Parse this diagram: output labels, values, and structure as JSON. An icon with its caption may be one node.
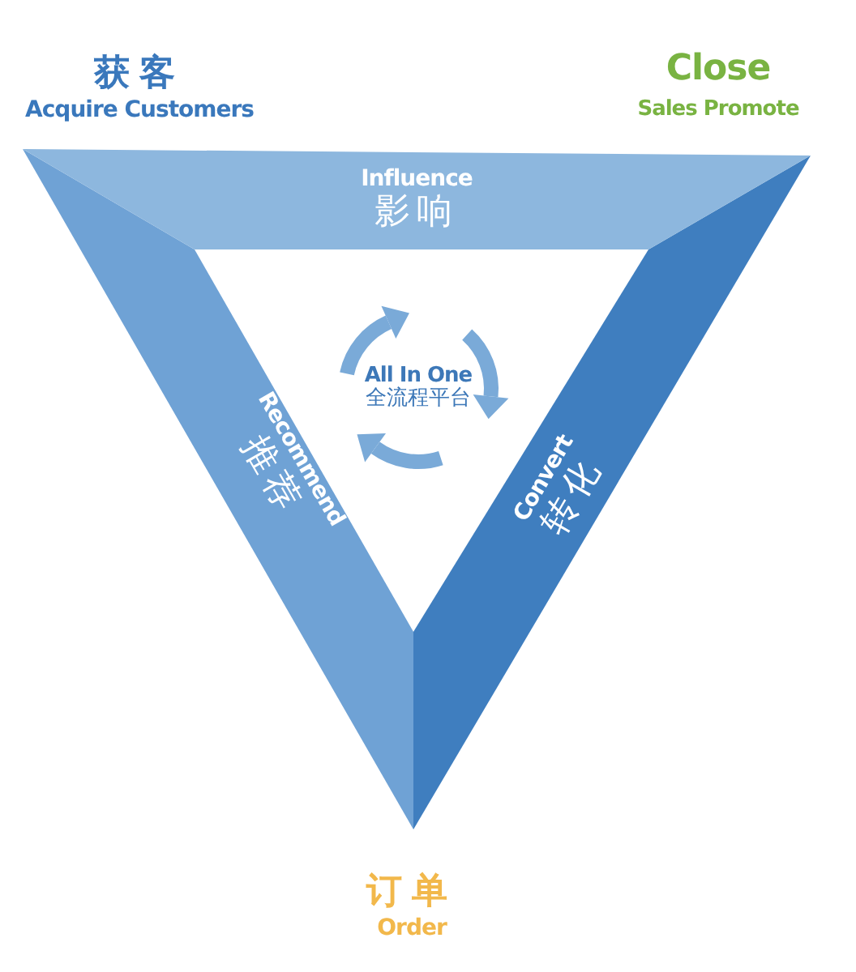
{
  "diagram": {
    "nodes": [
      {
        "text": [
          "Influence",
          "影响"
        ]
      },
      {
        "text": [
          "Recommend",
          "推荐"
        ]
      },
      {
        "text": [
          "Convert",
          "转化"
        ]
      },
      {
        "text": [
          "All In One",
          "全流程平台"
        ]
      }
    ],
    "edges": [],
    "labels": [
      "获客",
      "Acquire Customers",
      "Close",
      "Sales Promote",
      "订单",
      "Order"
    ]
  }
}
